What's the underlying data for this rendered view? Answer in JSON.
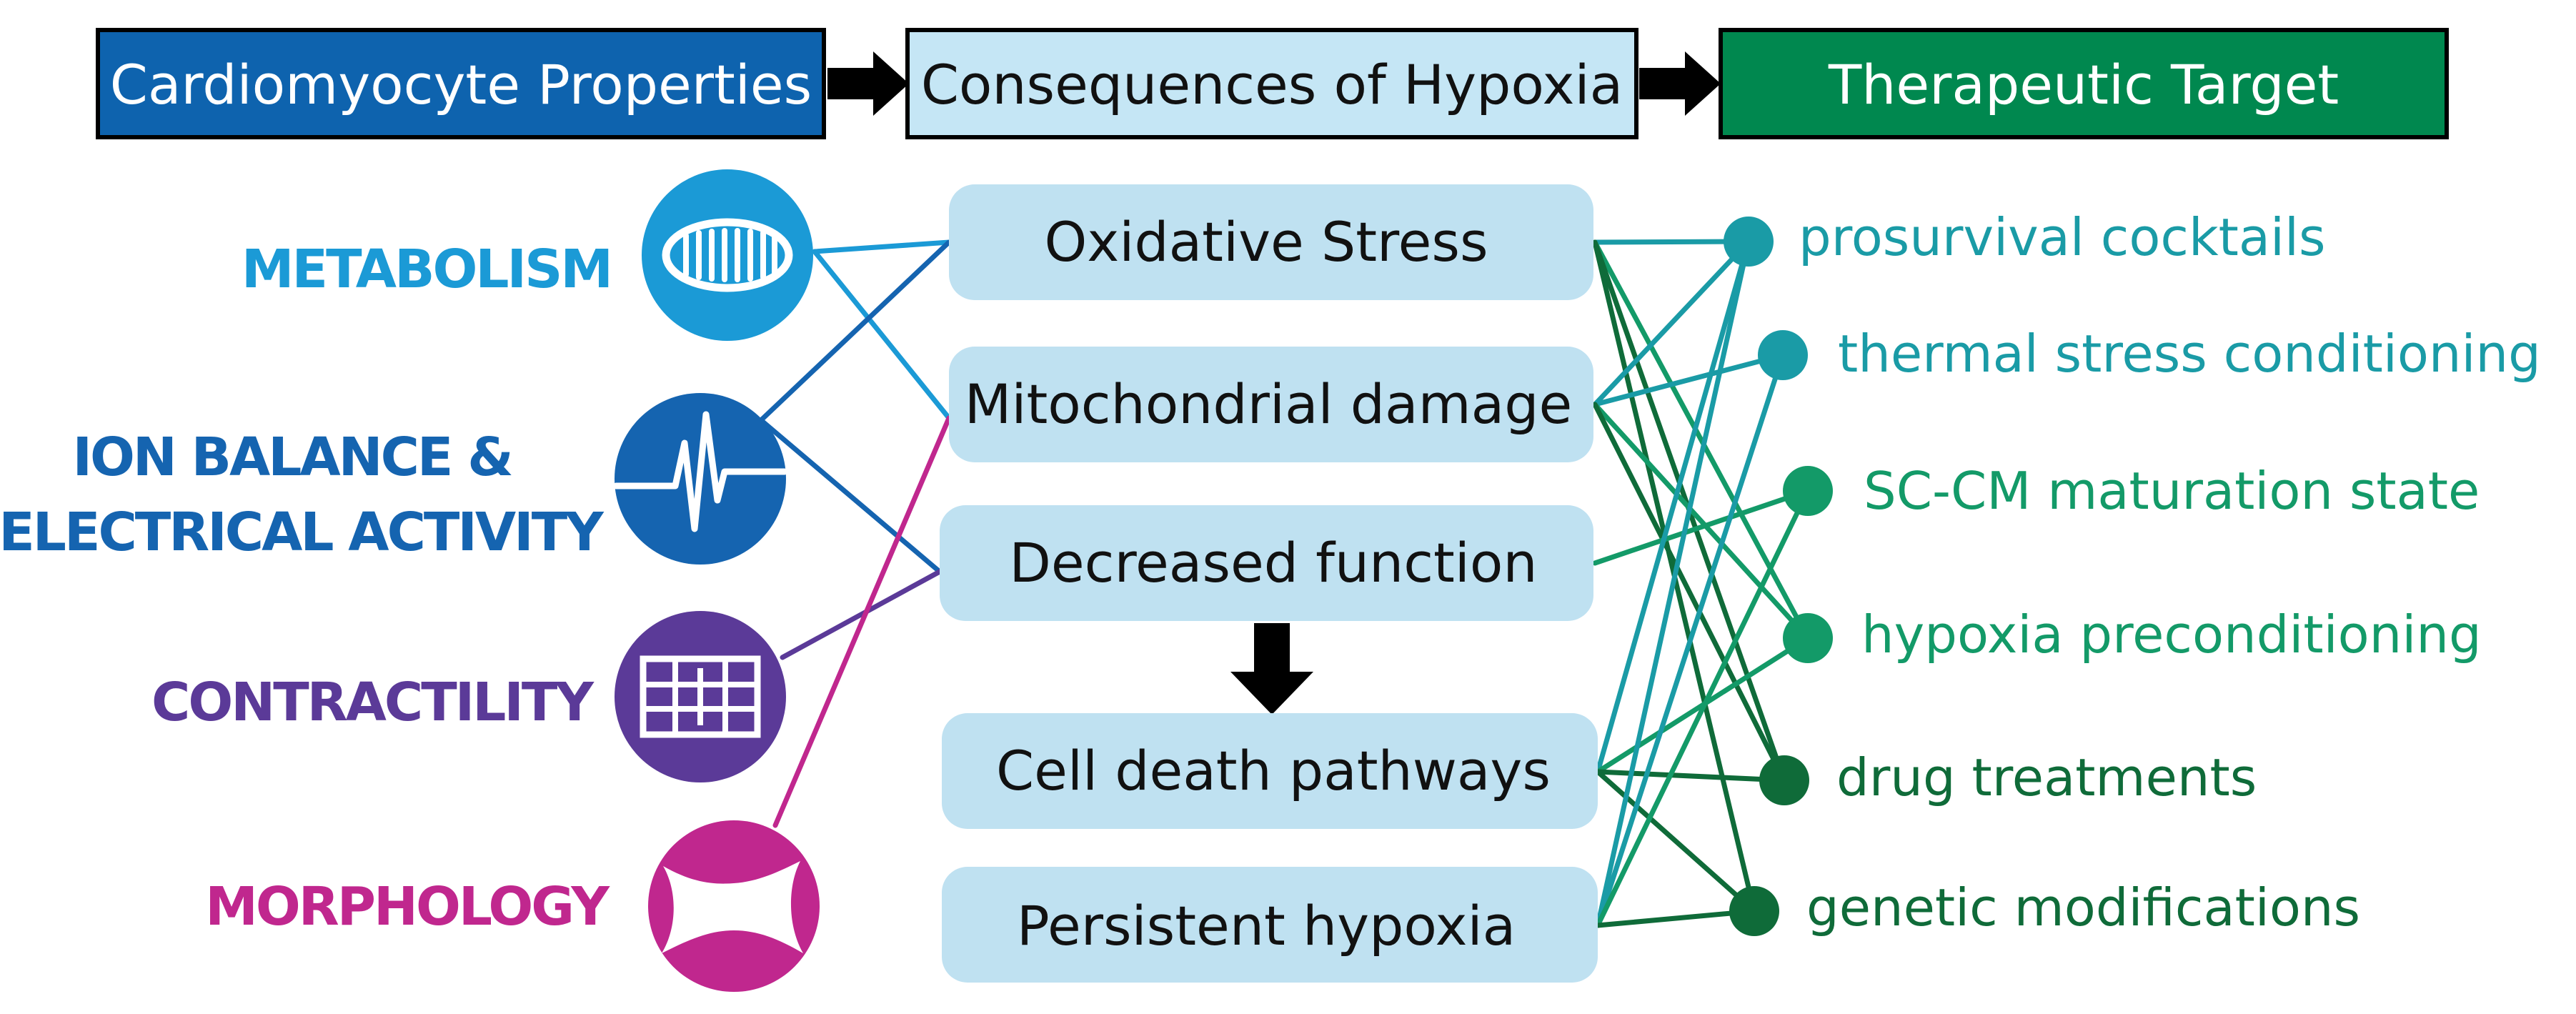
{
  "headers": {
    "properties": "Cardiomyocyte Properties",
    "consequences": "Consequences of Hypoxia",
    "target": "Therapeutic Target"
  },
  "properties": [
    {
      "id": "metabolism",
      "lines": [
        "METABOLISM"
      ],
      "color": "#1b9ad6",
      "icon": "mitochondrion-icon"
    },
    {
      "id": "ion",
      "lines": [
        "ION BALANCE &",
        "ELECTRICAL ACTIVITY"
      ],
      "color": "#1564b0",
      "icon": "ecg-icon"
    },
    {
      "id": "contractility",
      "lines": [
        "CONTRACTILITY"
      ],
      "color": "#5b3a98",
      "icon": "sarcomere-icon"
    },
    {
      "id": "morphology",
      "lines": [
        "MORPHOLOGY"
      ],
      "color": "#c0278e",
      "icon": "cell-shape-icon"
    }
  ],
  "consequences": [
    {
      "id": "oxidative",
      "label": "Oxidative Stress"
    },
    {
      "id": "mito",
      "label": "Mitochondrial damage"
    },
    {
      "id": "decreased",
      "label": "Decreased function"
    },
    {
      "id": "celldeath",
      "label": "Cell death pathways"
    },
    {
      "id": "persistent",
      "label": "Persistent hypoxia"
    }
  ],
  "targets": [
    {
      "id": "prosurvival",
      "label": "prosurvival cocktails",
      "color": "#1a9ba6"
    },
    {
      "id": "thermal",
      "label": "thermal stress conditioning",
      "color": "#1a9ba6"
    },
    {
      "id": "sccm",
      "label": "SC-CM maturation state",
      "color": "#139a68"
    },
    {
      "id": "hypoxiapre",
      "label": "hypoxia preconditioning",
      "color": "#139a68"
    },
    {
      "id": "drug",
      "label": "drug treatments",
      "color": "#0f6b39"
    },
    {
      "id": "genetic",
      "label": "genetic modifications",
      "color": "#0f6b39"
    }
  ],
  "colors": {
    "header_properties": "#0e63ae",
    "header_consequences": "#c5e6f5",
    "header_target": "#00884f",
    "consequence_box": "#bfe1f1",
    "arrow": "#000000"
  },
  "links_left": [
    {
      "from": "metabolism",
      "to": "oxidative",
      "color": "#1b9ad6"
    },
    {
      "from": "metabolism",
      "to": "mito",
      "color": "#1b9ad6"
    },
    {
      "from": "ion",
      "to": "oxidative",
      "color": "#1564b0"
    },
    {
      "from": "ion",
      "to": "decreased",
      "color": "#1564b0"
    },
    {
      "from": "contractility",
      "to": "decreased",
      "color": "#5b3a98"
    },
    {
      "from": "morphology",
      "to": "mito",
      "color": "#c0278e"
    }
  ],
  "links_right": [
    {
      "from": "oxidative",
      "to": "prosurvival",
      "color": "#1a9ba6"
    },
    {
      "from": "oxidative",
      "to": "hypoxiapre",
      "color": "#139a68"
    },
    {
      "from": "oxidative",
      "to": "drug",
      "color": "#0f6b39"
    },
    {
      "from": "oxidative",
      "to": "genetic",
      "color": "#0f6b39"
    },
    {
      "from": "mito",
      "to": "prosurvival",
      "color": "#1a9ba6"
    },
    {
      "from": "mito",
      "to": "thermal",
      "color": "#1a9ba6"
    },
    {
      "from": "mito",
      "to": "hypoxiapre",
      "color": "#139a68"
    },
    {
      "from": "mito",
      "to": "drug",
      "color": "#0f6b39"
    },
    {
      "from": "decreased",
      "to": "sccm",
      "color": "#139a68"
    },
    {
      "from": "celldeath",
      "to": "prosurvival",
      "color": "#1a9ba6"
    },
    {
      "from": "celldeath",
      "to": "hypoxiapre",
      "color": "#139a68"
    },
    {
      "from": "celldeath",
      "to": "drug",
      "color": "#0f6b39"
    },
    {
      "from": "celldeath",
      "to": "genetic",
      "color": "#0f6b39"
    },
    {
      "from": "persistent",
      "to": "prosurvival",
      "color": "#1a9ba6"
    },
    {
      "from": "persistent",
      "to": "thermal",
      "color": "#1a9ba6"
    },
    {
      "from": "persistent",
      "to": "sccm",
      "color": "#139a68"
    },
    {
      "from": "persistent",
      "to": "genetic",
      "color": "#0f6b39"
    }
  ]
}
